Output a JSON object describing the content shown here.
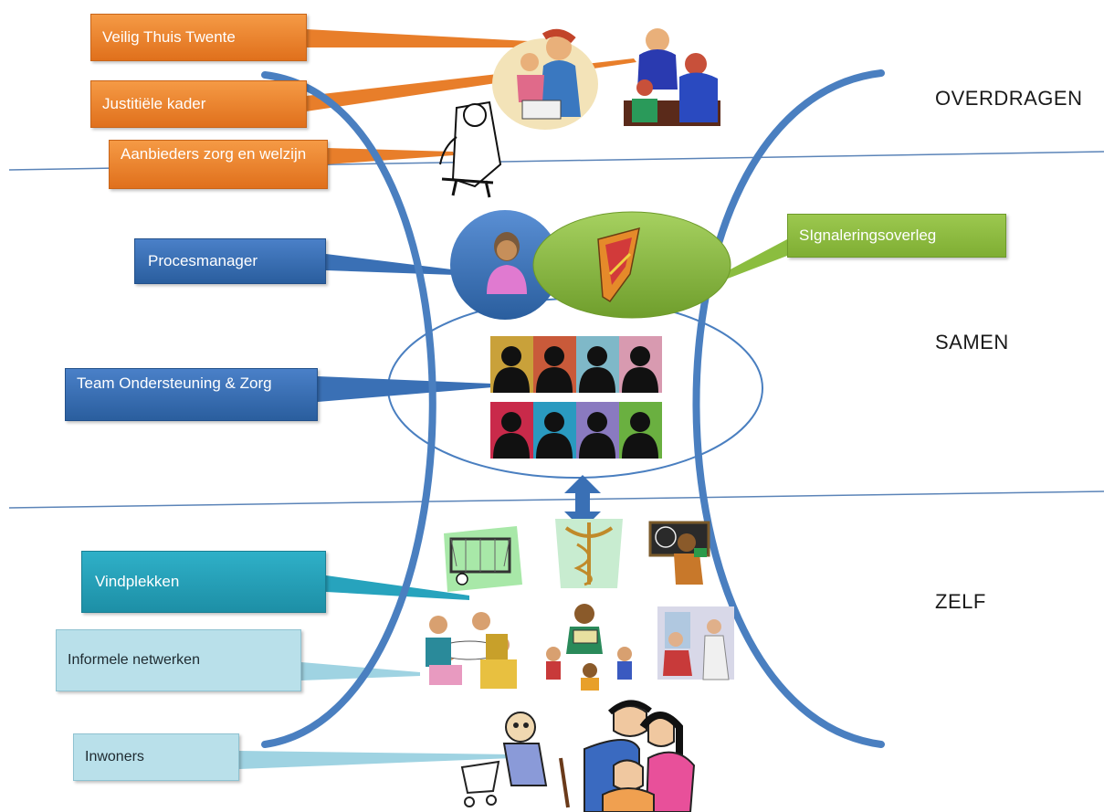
{
  "zones": {
    "overdragen": "OVERDRAGEN",
    "samen": "SAMEN",
    "zelf": "ZELF"
  },
  "labels": {
    "veilig_thuis": "Veilig Thuis Twente",
    "justitiele_kader": "Justitiële kader",
    "aanbieders": "Aanbieders zorg en welzijn",
    "procesmanager": "Procesmanager",
    "signaleringsoverleg": "SIgnaleringsoverleg",
    "team": "Team Ondersteuning & Zorg",
    "vindplekken": "Vindplekken",
    "informele_netwerken": "Informele netwerken",
    "inwoners": "Inwoners"
  },
  "colors": {
    "orange": "#e87e2a",
    "blue": "#3a70b5",
    "green": "#8bbd3f",
    "teal": "#27a3bd",
    "light": "#b9e0ea",
    "curve": "#4a7fc0"
  },
  "icons": [
    "family-clipart-icon",
    "meeting-clipart-icon",
    "thinking-man-clipart-icon",
    "person-avatar-icon",
    "brain-idea-icon",
    "silhouette-team-icon",
    "double-arrow-icon",
    "soccer-goal-icon",
    "caduceus-icon",
    "teacher-icon",
    "card-players-icon",
    "reading-group-icon",
    "care-visit-icon",
    "elderly-woman-icon",
    "family-portrait-icon"
  ]
}
